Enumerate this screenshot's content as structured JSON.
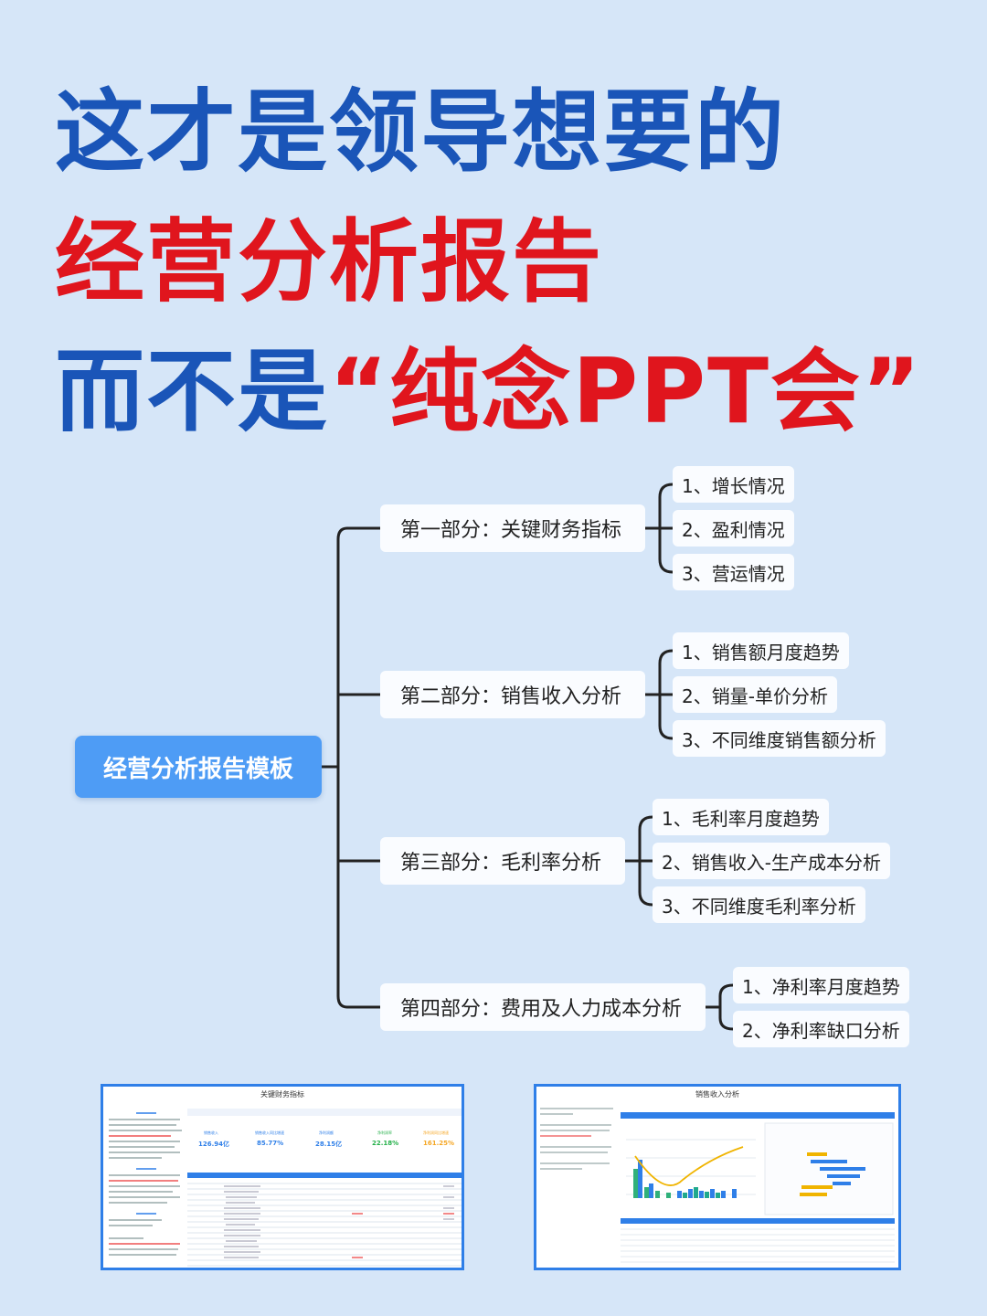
{
  "title": {
    "line1": "这才是领导想要的",
    "line2": "经营分析报告",
    "line3_prefix": "而不是",
    "line3_quote": "“纯念PPT会”"
  },
  "mindmap": {
    "root": "经营分析报告模板",
    "branches": [
      {
        "label": "第一部分：关键财务指标",
        "leaves": [
          "1、增长情况",
          "2、盈利情况",
          "3、营运情况"
        ]
      },
      {
        "label": "第二部分：销售收入分析",
        "leaves": [
          "1、销售额月度趋势",
          "2、销量-单价分析",
          "3、不同维度销售额分析"
        ]
      },
      {
        "label": "第三部分：毛利率分析",
        "leaves": [
          "1、毛利率月度趋势",
          "2、销售收入-生产成本分析",
          "3、不同维度毛利率分析"
        ]
      },
      {
        "label": "第四部分：费用及人力成本分析",
        "leaves": [
          "1、净利率月度趋势",
          "2、净利率缺口分析"
        ]
      }
    ]
  },
  "thumbnails": {
    "left": {
      "title": "关键财务指标",
      "kpis": [
        {
          "label": "销售收入",
          "value": "126.94亿",
          "color": "#2f7fe8"
        },
        {
          "label": "销售收入同比增速",
          "value": "85.77%",
          "color": "#2f7fe8"
        },
        {
          "label": "净利润额",
          "value": "28.15亿",
          "color": "#2f7fe8"
        },
        {
          "label": "净利润率",
          "value": "22.18%",
          "color": "#25b04a"
        },
        {
          "label": "净利润同比增速",
          "value": "161.25%",
          "color": "#f5a623"
        }
      ]
    },
    "right": {
      "title": "销售收入分析"
    }
  },
  "colors": {
    "background": "#d6e6f8",
    "title_blue": "#1a55b8",
    "title_red": "#e0151d",
    "root_fill": "#4e9cf5",
    "connector": "#222222"
  }
}
